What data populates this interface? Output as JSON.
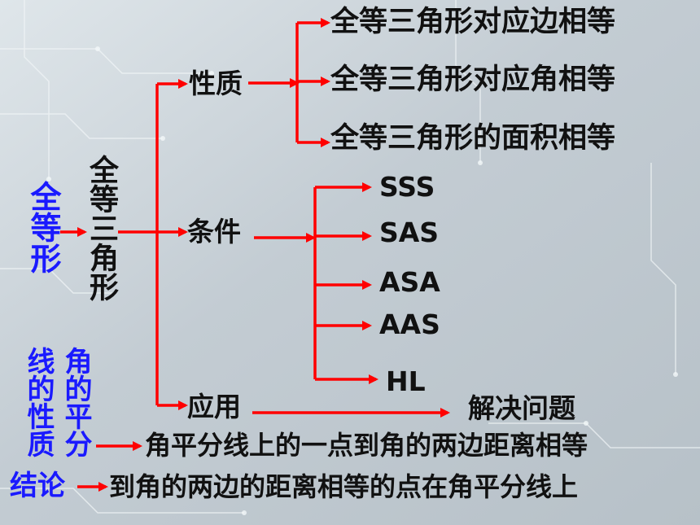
{
  "colors": {
    "arrow": "#ff0000",
    "text": "#111111",
    "accent": "#1a1aff",
    "background": "#c9d3da"
  },
  "root": {
    "label": "全等形"
  },
  "triangle": {
    "label": "全等三角形"
  },
  "branches": {
    "properties": {
      "label": "性质",
      "items": [
        "全等三角形对应边相等",
        "全等三角形对应角相等",
        "全等三角形的面积相等"
      ]
    },
    "conditions": {
      "label": "条件",
      "items": [
        "SSS",
        "SAS",
        "ASA",
        "AAS",
        "HL"
      ]
    },
    "application": {
      "label": "应用",
      "target": "解决问题"
    }
  },
  "bisector": {
    "title_left": "线的性质",
    "title_right": "角的平分",
    "conclusion_label": "结论",
    "statements": [
      "角平分线上的一点到角的两边距离相等",
      "到角的两边的距离相等的点在角平分线上"
    ]
  }
}
